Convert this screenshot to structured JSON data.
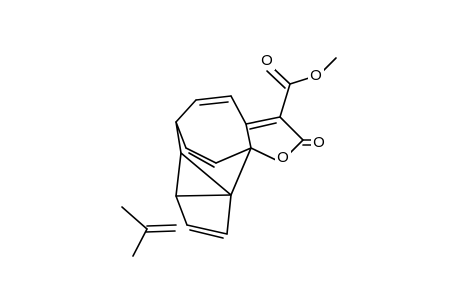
{
  "figure": {
    "type": "chemical-structure",
    "background": "#ffffff",
    "ink": "#000000"
  },
  "atoms": {
    "o_carbonyl_ester": "O",
    "o_methoxy": "O",
    "o_lactone_carbonyl": "O",
    "o_ring": "O"
  }
}
